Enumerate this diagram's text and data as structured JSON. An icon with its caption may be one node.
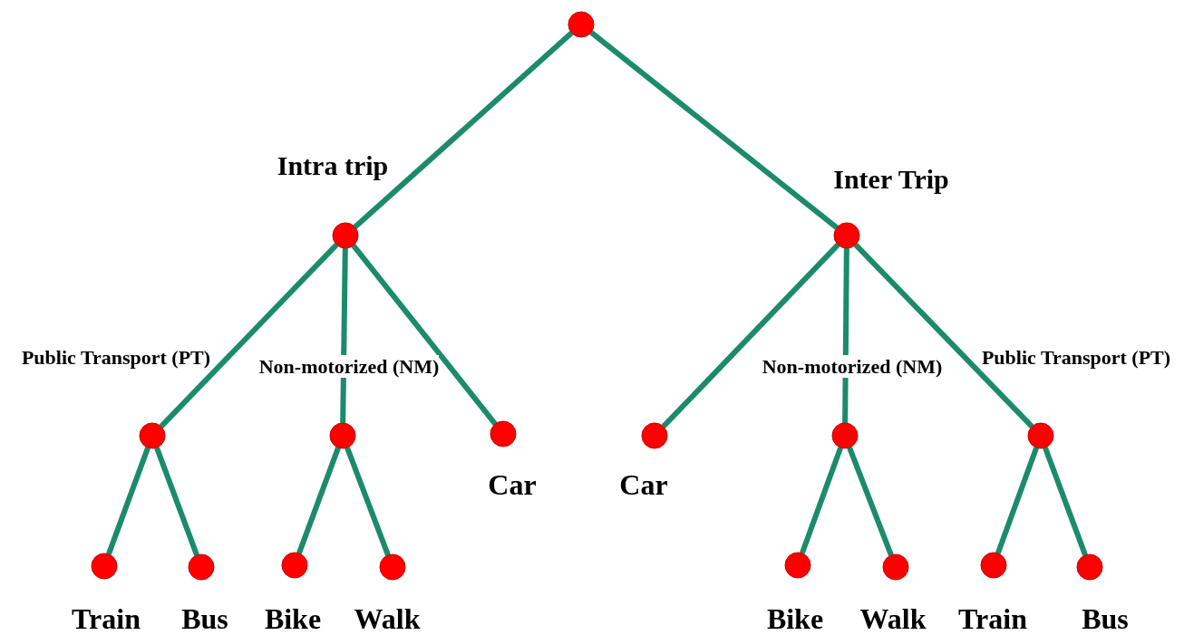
{
  "diagram": {
    "nodes": [
      {
        "text": [],
        "shape": "circle"
      },
      {
        "text": [
          "Intra trip"
        ]
      },
      {
        "text": [
          "Inter Trip"
        ]
      },
      {
        "text": [
          "Public Transport (PT)"
        ]
      },
      {
        "text": [
          "Non-motorized (NM)"
        ]
      },
      {
        "text": [
          "Car"
        ]
      },
      {
        "text": [
          "Car"
        ]
      },
      {
        "text": [
          "Non-motorized (NM)"
        ]
      },
      {
        "text": [
          "Public Transport (PT)"
        ]
      },
      {
        "text": [
          "Train"
        ]
      },
      {
        "text": [
          "Bus"
        ]
      },
      {
        "text": [
          "Bike"
        ]
      },
      {
        "text": [
          "Walk"
        ]
      },
      {
        "text": [
          "Bike"
        ]
      },
      {
        "text": [
          "Walk"
        ]
      },
      {
        "text": [
          "Train"
        ]
      },
      {
        "text": [
          "Bus"
        ]
      }
    ],
    "edges": [
      {
        "from": 0,
        "to": 1,
        "arrow": "none"
      },
      {
        "from": 0,
        "to": 2,
        "arrow": "none"
      },
      {
        "from": 1,
        "to": 3,
        "arrow": "none"
      },
      {
        "from": 1,
        "to": 4,
        "arrow": "none"
      },
      {
        "from": 1,
        "to": 5,
        "arrow": "none"
      },
      {
        "from": 2,
        "to": 6,
        "arrow": "none"
      },
      {
        "from": 2,
        "to": 7,
        "arrow": "none"
      },
      {
        "from": 2,
        "to": 8,
        "arrow": "none"
      },
      {
        "from": 3,
        "to": 9,
        "arrow": "none"
      },
      {
        "from": 3,
        "to": 10,
        "arrow": "none"
      },
      {
        "from": 4,
        "to": 11,
        "arrow": "none"
      },
      {
        "from": 4,
        "to": 12,
        "arrow": "none"
      },
      {
        "from": 7,
        "to": 13,
        "arrow": "none"
      },
      {
        "from": 7,
        "to": 14,
        "arrow": "none"
      },
      {
        "from": 8,
        "to": 15,
        "arrow": "none"
      },
      {
        "from": 8,
        "to": 16,
        "arrow": "none"
      }
    ]
  }
}
